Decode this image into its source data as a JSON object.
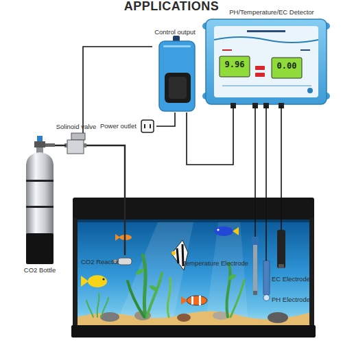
{
  "diagram": {
    "title": "APPLICATIONS",
    "nodes": [
      {
        "text": [
          "PH/Temperature/EC Detector"
        ]
      },
      {
        "text": [
          "Control output"
        ]
      },
      {
        "text": [
          "Solinoid valve"
        ]
      },
      {
        "text": [
          "Power outlet"
        ]
      },
      {
        "text": [
          "CO2 Bottle"
        ]
      },
      {
        "text": [
          "CO2 Reactor"
        ]
      },
      {
        "text": [
          "Temperature Electrode"
        ]
      },
      {
        "text": [
          "EC Electrode"
        ]
      },
      {
        "text": [
          "PH Electrode"
        ]
      }
    ],
    "edges": [
      {
        "from": 4,
        "to": 2,
        "arrow": "none"
      },
      {
        "from": 2,
        "to": 5,
        "arrow": "none"
      },
      {
        "from": 2,
        "to": 1,
        "arrow": "none"
      },
      {
        "from": 3,
        "to": 1,
        "arrow": "none"
      },
      {
        "from": 0,
        "to": 1,
        "arrow": "none"
      },
      {
        "from": 0,
        "to": 6,
        "arrow": "none"
      },
      {
        "from": 0,
        "to": 7,
        "arrow": "none"
      },
      {
        "from": 0,
        "to": 8,
        "arrow": "none"
      }
    ],
    "labels": [
      "9.96",
      "0.00"
    ]
  }
}
